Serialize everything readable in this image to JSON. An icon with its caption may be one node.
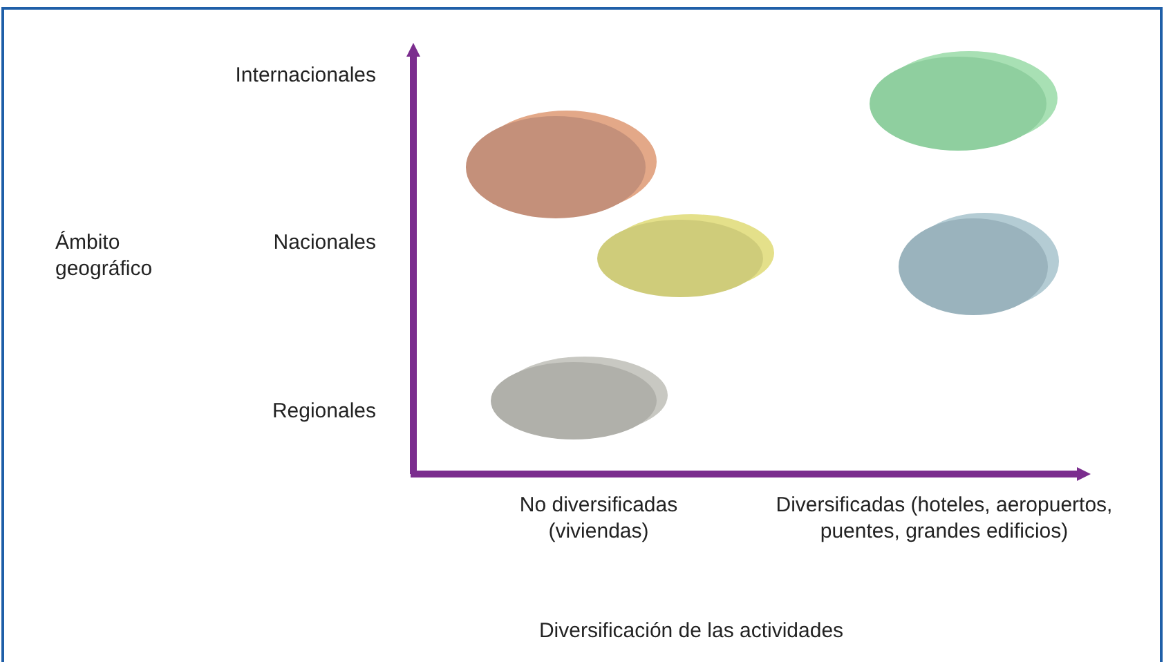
{
  "diagram": {
    "nodes": [
      {
        "text": [],
        "shape": "ellipse"
      },
      {
        "text": [],
        "shape": "ellipse"
      },
      {
        "text": [],
        "shape": "ellipse"
      },
      {
        "text": [],
        "shape": "ellipse"
      },
      {
        "text": [],
        "shape": "ellipse"
      }
    ],
    "edges": [],
    "labels": [
      "Internacionales",
      "Ámbito geográfico",
      "Nacionales",
      "Regionales",
      "No diversificadas (viviendas)",
      "Diversificadas (hoteles, aeropuertos, puentes, grandes edificios)",
      "Diversificación de las actividades"
    ]
  }
}
